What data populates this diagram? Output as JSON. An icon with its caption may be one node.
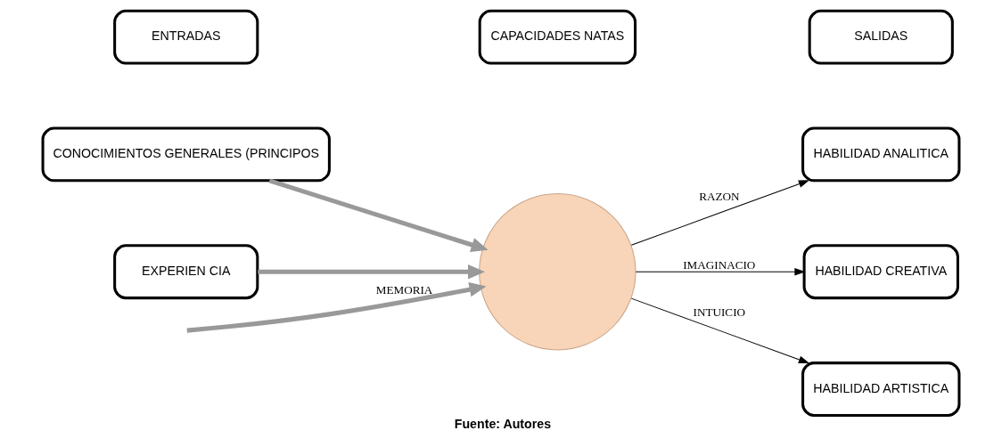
{
  "diagram": {
    "caption": "Fuente: Autores",
    "nodes": [
      {
        "text": [
          "ENTRADAS"
        ]
      },
      {
        "text": [
          "CAPACIDADES NATAS"
        ]
      },
      {
        "text": [
          "SALIDAS"
        ]
      },
      {
        "text": [
          "CONOCIMIENTOS GENERALES (PRINCIPOS"
        ]
      },
      {
        "text": [
          "EXPERIEN CIA"
        ]
      },
      {
        "text": [],
        "shape": "circle"
      },
      {
        "text": [
          "HABILIDAD ANALITICA"
        ]
      },
      {
        "text": [
          "HABILIDAD CREATIVA"
        ]
      },
      {
        "text": [
          "HABILIDAD ARTISTICA"
        ]
      }
    ],
    "edges": [
      {
        "from": 3,
        "to": 5,
        "arrow": "to",
        "style": "thick",
        "color": "#999999"
      },
      {
        "from": null,
        "to": 5,
        "arrow": "to",
        "label": "MEMORIA",
        "style": "thick",
        "color": "#999999"
      },
      {
        "from": 4,
        "to": 5,
        "arrow": "to",
        "style": "thick",
        "color": "#999999"
      },
      {
        "from": 5,
        "to": 6,
        "arrow": "to",
        "label": "RAZON",
        "color": "#000000"
      },
      {
        "from": 5,
        "to": 7,
        "arrow": "to",
        "label": "IMAGINACIO",
        "color": "#000000"
      },
      {
        "from": 5,
        "to": 8,
        "arrow": "to",
        "label": "INTUICIO",
        "color": "#000000"
      }
    ]
  }
}
